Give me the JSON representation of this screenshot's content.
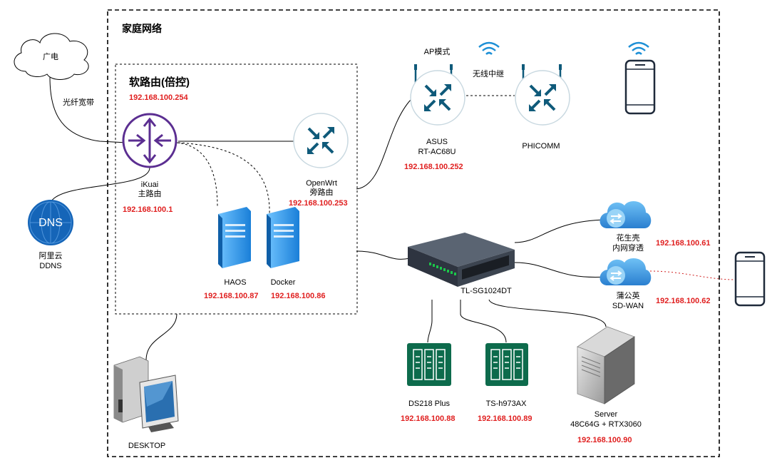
{
  "diagram": {
    "title": "家庭网络",
    "soft_router_title": "软路由(倍控)",
    "soft_router_ip": "192.168.100.254",
    "nodes": {
      "isp": {
        "name": "广电"
      },
      "fiber_link": "光纤宽带",
      "ikuai": {
        "name": "iKuai",
        "role": "主路由",
        "ip": "192.168.100.1"
      },
      "dns": {
        "icon_text": "DNS",
        "name": "阿里云",
        "sub": "DDNS"
      },
      "openwrt": {
        "name": "OpenWrt",
        "role": "旁路由",
        "ip": "192.168.100.253"
      },
      "haos": {
        "name": "HAOS",
        "ip": "192.168.100.87"
      },
      "docker": {
        "name": "Docker",
        "ip": "192.168.100.86"
      },
      "asus": {
        "mode": "AP模式",
        "name": "ASUS",
        "model": "RT-AC68U",
        "ip": "192.168.100.252"
      },
      "relay_label": "无线中继",
      "phicomm": {
        "name": "PHICOMM"
      },
      "switch": {
        "name": "TL-SG1024DT"
      },
      "oray": {
        "name": "花生壳",
        "role": "内网穿透",
        "ip": "192.168.100.61"
      },
      "pgy": {
        "name": "蒲公英",
        "role": "SD-WAN",
        "ip": "192.168.100.62"
      },
      "ds218": {
        "name": "DS218 Plus",
        "ip": "192.168.100.88"
      },
      "tsh973": {
        "name": "TS-h973AX",
        "ip": "192.168.100.89"
      },
      "server": {
        "name": "Server",
        "spec": "48C64G + RTX3060",
        "ip": "192.168.100.90"
      },
      "desktop": {
        "name": "DESKTOP"
      }
    },
    "colors": {
      "router_blue": "#0f5a7a",
      "ikuai_purple": "#5b2e91",
      "ip_red": "#e02020",
      "nas_green": "#0d6b4c",
      "cloud_blue": "#3a8fd6",
      "wifi_blue": "#1e90d6",
      "dns_blue": "#1565b8"
    }
  }
}
